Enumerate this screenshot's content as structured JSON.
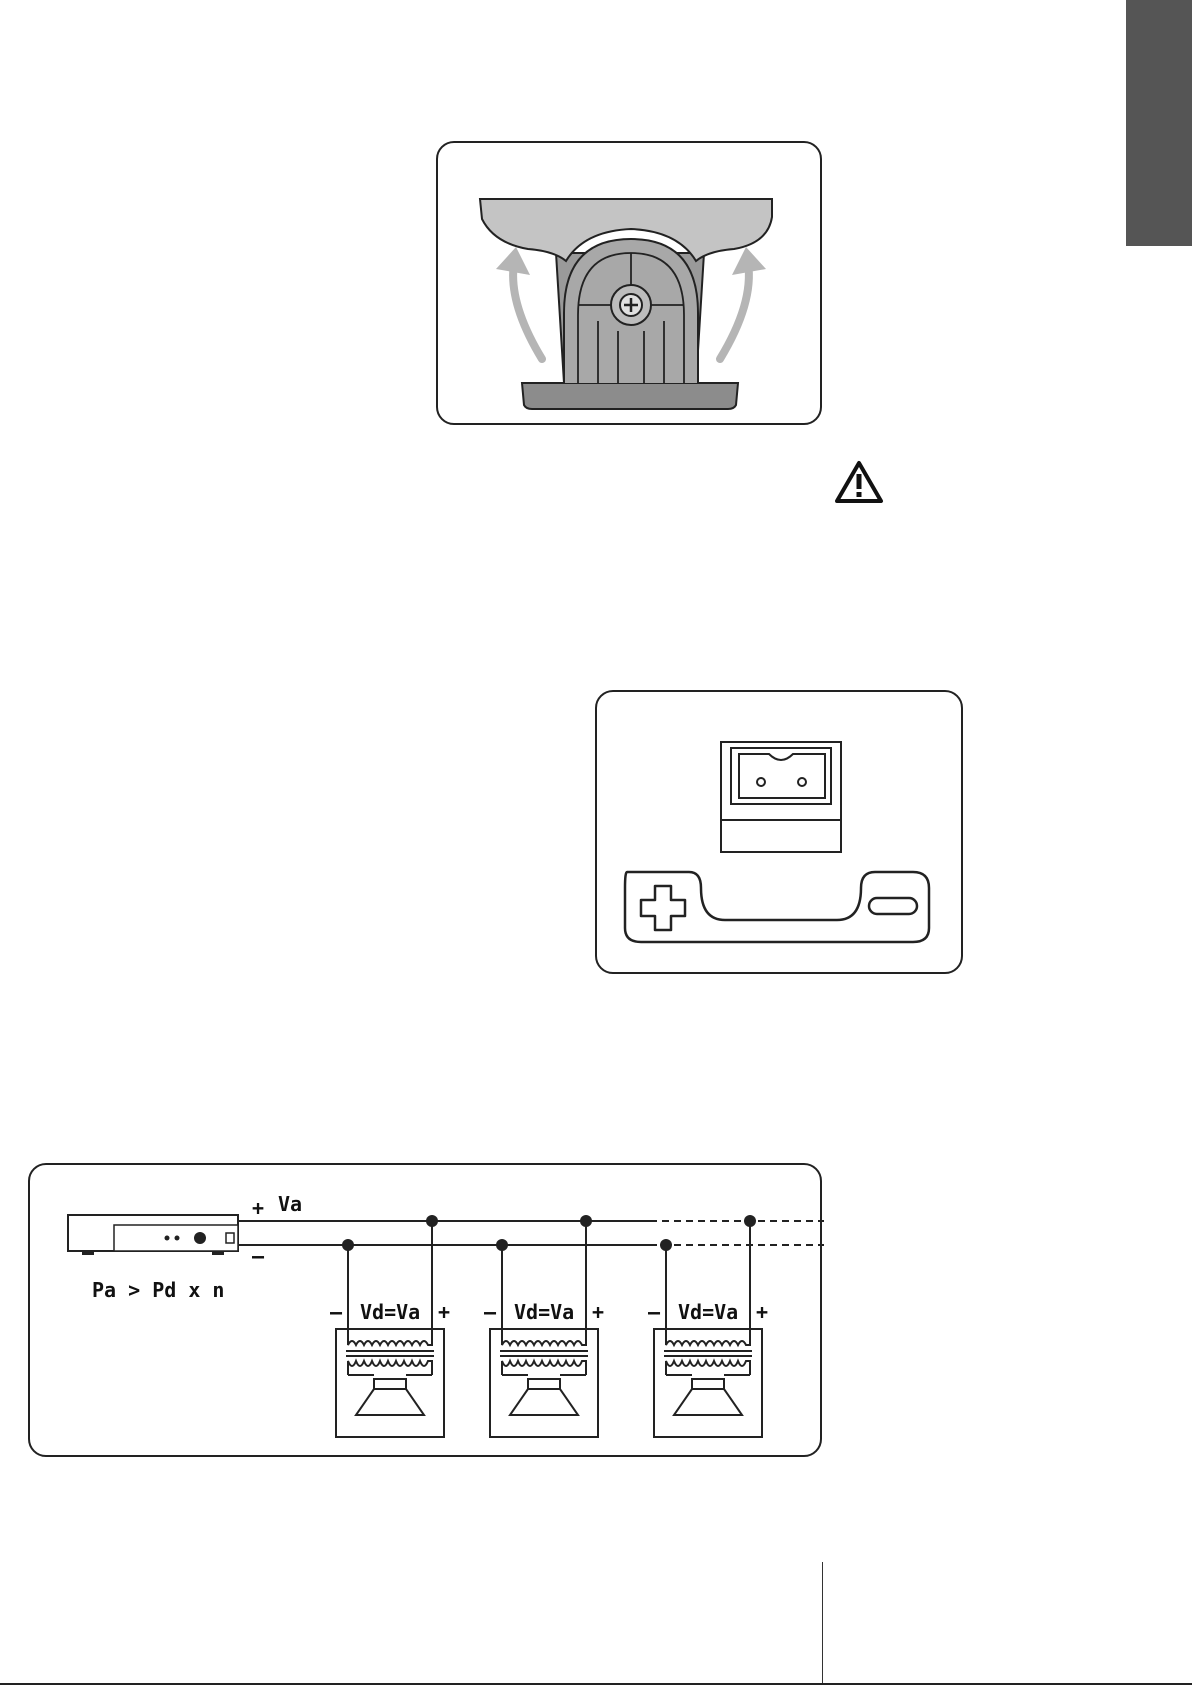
{
  "diagram": {
    "amplifier": {
      "plus_label": "+",
      "minus_label": "–",
      "line_label": "Va",
      "power_formula": "Pa > Pd x n"
    },
    "speakers": [
      {
        "minus_label": "–",
        "voltage_label": "Vd=Va",
        "plus_label": "+"
      },
      {
        "minus_label": "–",
        "voltage_label": "Vd=Va",
        "plus_label": "+"
      },
      {
        "minus_label": "–",
        "voltage_label": "Vd=Va",
        "plus_label": "+"
      }
    ]
  },
  "colors": {
    "arrow": "#b5b5b5",
    "bracket_fill": "#9a9a9a",
    "bracket_top": "#c4c4c4",
    "tab_marker": "#555555"
  }
}
